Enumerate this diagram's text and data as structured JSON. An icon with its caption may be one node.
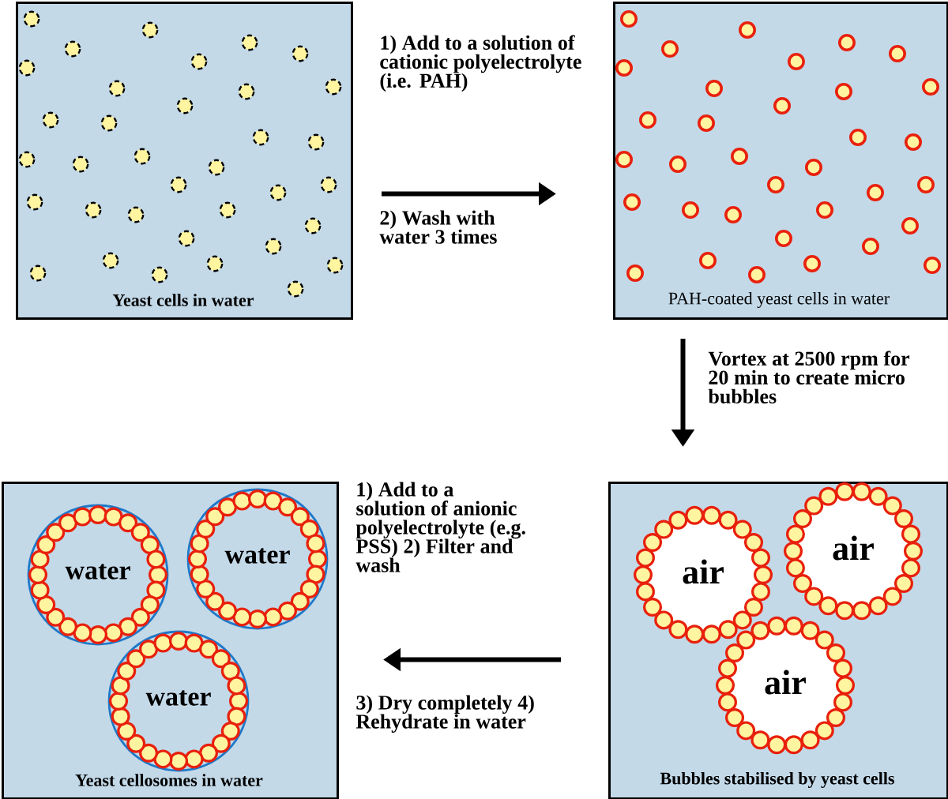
{
  "diagram": {
    "nodes": [
      {
        "text": [
          "Yeast cells in water"
        ]
      },
      {
        "text": [
          "PAH-coated yeast cells in water"
        ]
      },
      {
        "text": [
          "Bubbles stabilised by yeast cells"
        ]
      },
      {
        "text": [
          "air"
        ],
        "in": 2
      },
      {
        "text": [
          "air"
        ],
        "in": 2
      },
      {
        "text": [
          "air"
        ],
        "in": 2
      },
      {
        "text": [
          "Yeast cellosomes in water"
        ]
      },
      {
        "text": [
          "water"
        ],
        "in": 6
      },
      {
        "text": [
          "water"
        ],
        "in": 6
      },
      {
        "text": [
          "water"
        ],
        "in": 6
      }
    ],
    "edges": [
      {
        "from": 0,
        "to": 1,
        "arrow": "to",
        "label": "1) Add to a solution of cationic polyelectrolyte (i.e. PAH)"
      },
      {
        "from": 1,
        "to": 2,
        "arrow": "to",
        "label": "Vortex at **2500** rpm for 20 min to create micro bubbles"
      },
      {
        "from": 2,
        "to": 6,
        "arrow": "to",
        "label": "1) Add to a solution of anionic polyelectrolyte (e.g. PSS) 2) Filter and wash"
      }
    ],
    "labels": [
      "2) Wash with water 3 times",
      "3) Dry completely 4) Rehydrate in water"
    ]
  }
}
